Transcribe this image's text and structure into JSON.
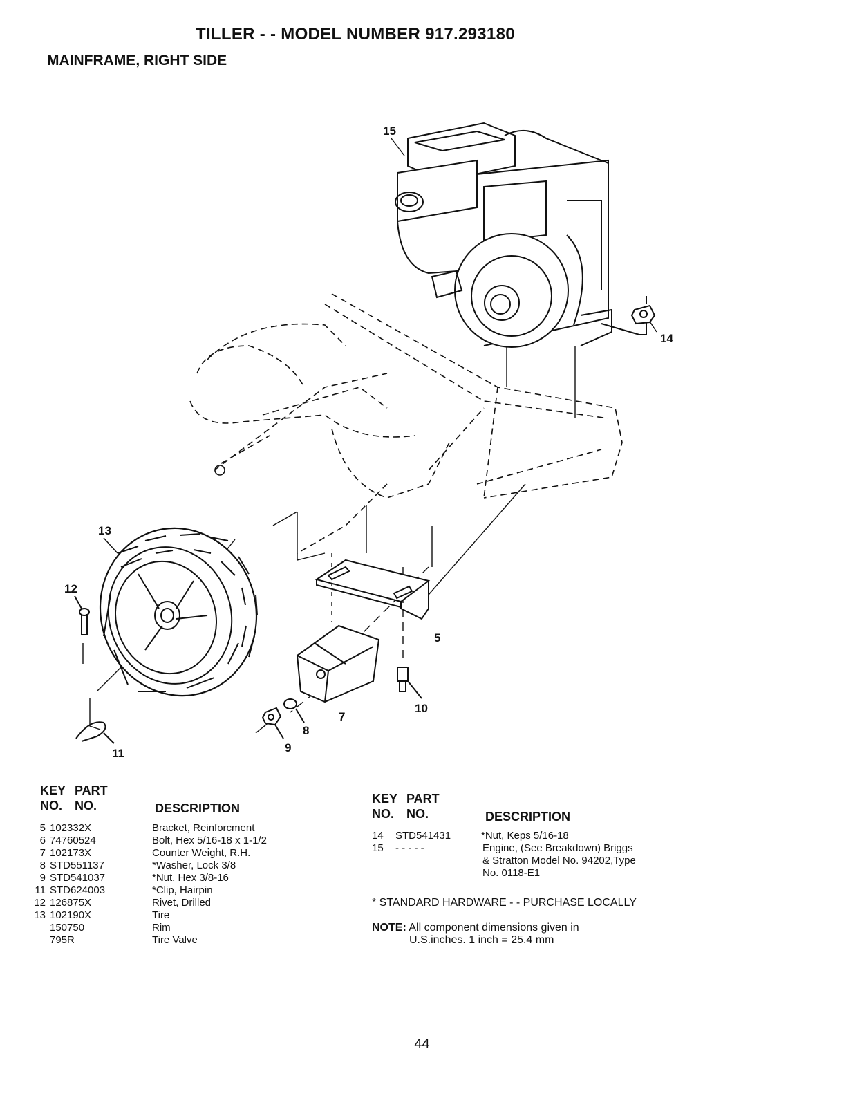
{
  "page": {
    "title": "TILLER - - MODEL NUMBER 917.293180",
    "subtitle": "MAINFRAME, RIGHT SIDE",
    "page_number": "44"
  },
  "diagram": {
    "callouts": [
      "15",
      "14",
      "13",
      "12",
      "5",
      "10",
      "7",
      "8",
      "9",
      "11"
    ]
  },
  "parts_left": {
    "header_key": "KEY",
    "header_no1": "NO.",
    "header_part": "PART",
    "header_no2": "NO.",
    "header_desc": "DESCRIPTION",
    "rows": [
      {
        "key": "5",
        "part": "102332X",
        "desc": "Bracket, Reinforcment"
      },
      {
        "key": "6",
        "part": "74760524",
        "desc": "Bolt, Hex 5/16-18 x 1-1/2"
      },
      {
        "key": "7",
        "part": "102173X",
        "desc": "Counter Weight, R.H."
      },
      {
        "key": "8",
        "part": "STD551137",
        "desc": "*Washer, Lock 3/8"
      },
      {
        "key": "9",
        "part": "STD541037",
        "desc": "*Nut, Hex 3/8-16"
      },
      {
        "key": "11",
        "part": "STD624003",
        "desc": "*Clip, Hairpin"
      },
      {
        "key": "12",
        "part": "126875X",
        "desc": "Rivet, Drilled"
      },
      {
        "key": "13",
        "part": "102190X",
        "desc": "Tire"
      },
      {
        "key": "",
        "part": "150750",
        "desc": "Rim"
      },
      {
        "key": "",
        "part": "795R",
        "desc": "Tire Valve"
      }
    ]
  },
  "parts_right": {
    "header_key": "KEY",
    "header_no1": "NO.",
    "header_part": "PART",
    "header_no2": "NO.",
    "header_desc": "DESCRIPTION",
    "rows": [
      {
        "key": "14",
        "part": "STD541431",
        "desc": [
          "*Nut, Keps 5/16-18"
        ]
      },
      {
        "key": "15",
        "part": "- - - - -",
        "desc": [
          "Engine, (See Breakdown) Briggs",
          "& Stratton Model No. 94202,Type",
          "No. 0118-E1"
        ]
      }
    ],
    "standard_note": "* STANDARD HARDWARE - - PURCHASE LOCALLY",
    "note_label": "NOTE:",
    "note_line1": "All component dimensions given in",
    "note_line2": "U.S.inches. 1 inch = 25.4 mm"
  }
}
